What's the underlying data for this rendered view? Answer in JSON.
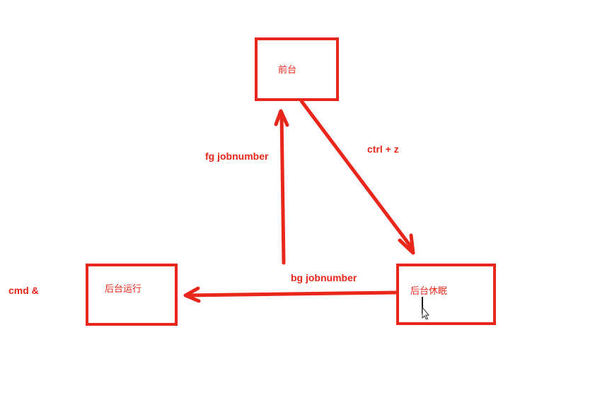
{
  "colors": {
    "accent": "#e8261a",
    "background": "#ffffff"
  },
  "nodes": {
    "foreground": "前台",
    "background_running": "后台运行",
    "background_sleeping": "后台休眠"
  },
  "edges": {
    "foreground_to_sleeping": "ctrl + z",
    "sleeping_to_foreground": "fg jobnumber",
    "sleeping_to_running": "bg jobnumber"
  },
  "side_note": "cmd &",
  "icons": {
    "cursor": "text-cursor-icon"
  }
}
